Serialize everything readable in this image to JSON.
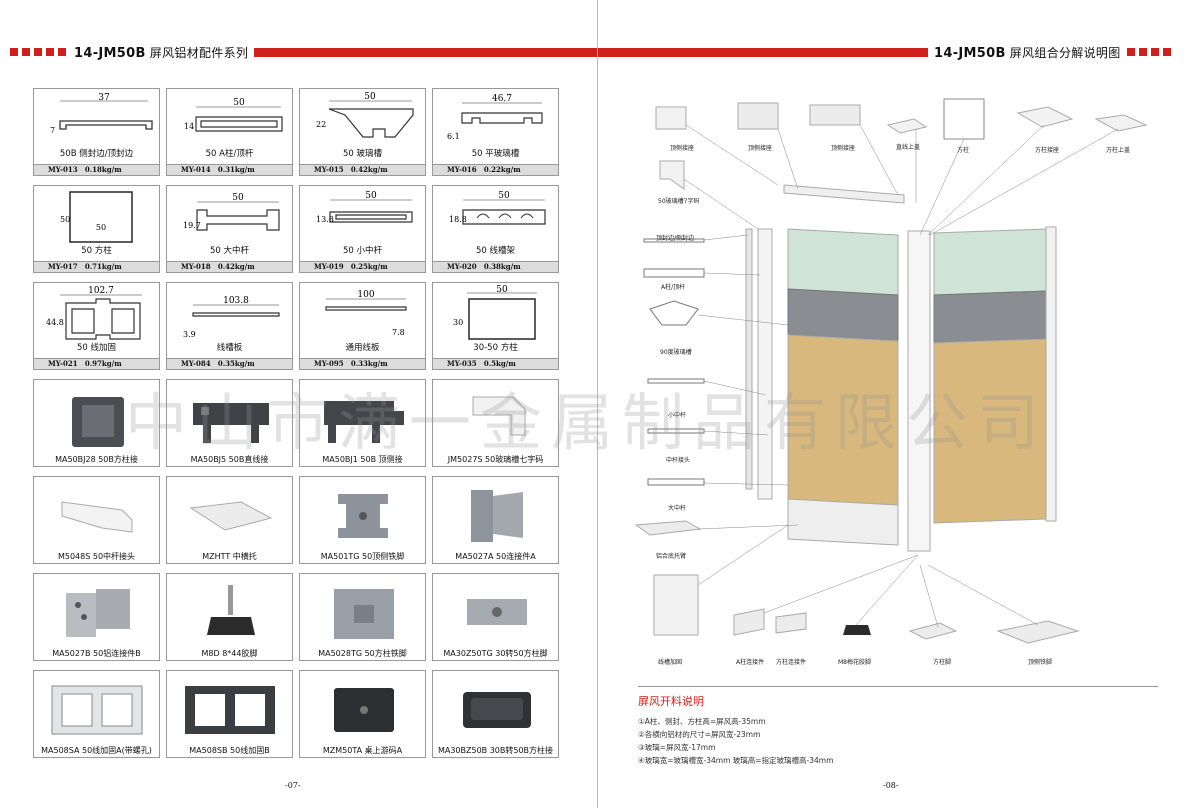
{
  "left_page": {
    "header_title_code": "14-JM50B",
    "header_title_text": "屏风铝材配件系列",
    "profiles": [
      {
        "dim": "37",
        "label": "50B 侧封边/顶封边",
        "code": "MY-013",
        "weight": "0.18kg/m"
      },
      {
        "dim": "50",
        "label": "50 A柱/顶杆",
        "code": "MY-014",
        "weight": "0.31kg/m"
      },
      {
        "dim": "50",
        "label": "50 玻璃槽",
        "code": "MY-015",
        "weight": "0.42kg/m"
      },
      {
        "dim": "46.7",
        "label": "50 平玻璃槽",
        "code": "MY-016",
        "weight": "0.22kg/m"
      },
      {
        "dim": "50",
        "label": "50 方柱",
        "code": "MY-017",
        "weight": "0.71kg/m"
      },
      {
        "dim": "50",
        "label": "50 大中杆",
        "code": "MY-018",
        "weight": "0.42kg/m"
      },
      {
        "dim": "50",
        "label": "50 小中杆",
        "code": "MY-019",
        "weight": "0.25kg/m"
      },
      {
        "dim": "50",
        "label": "50 线槽架",
        "code": "MY-020",
        "weight": "0.38kg/m"
      },
      {
        "dim": "102.7",
        "label": "50 线加固",
        "code": "MY-021",
        "weight": "0.97kg/m"
      },
      {
        "dim": "103.8",
        "label": "线槽板",
        "code": "MY-084",
        "weight": "0.35kg/m"
      },
      {
        "dim": "100",
        "label": "通用线板",
        "code": "MY-095",
        "weight": "0.33kg/m"
      },
      {
        "dim": "50",
        "label": "30-50 方柱",
        "code": "MY-035",
        "weight": "0.5kg/m"
      }
    ],
    "side_dims": [
      "7",
      "14",
      "22",
      "6.1",
      "50",
      "19.7",
      "13.8",
      "18.8",
      "44.8",
      "3.9",
      "7.8",
      "30"
    ],
    "parts": [
      {
        "label": "MA50BJ28 50B方柱接",
        "icon": "square-cap"
      },
      {
        "label": "MA50BJ5 50B直线接",
        "icon": "straight-connector"
      },
      {
        "label": "MA50BJ1 50B 顶侧接",
        "icon": "top-side-connector"
      },
      {
        "label": "JM5027S 50玻璃槽七字码",
        "icon": "seven-bracket"
      },
      {
        "label": "M5048S 50中杆接头",
        "icon": "mid-rail-joint"
      },
      {
        "label": "MZHTT 中横托",
        "icon": "mid-support"
      },
      {
        "label": "MA501TG 50顶侧铁脚",
        "icon": "iron-foot"
      },
      {
        "label": "MA5027A 50连接件A",
        "icon": "connector-a"
      },
      {
        "label": "MA5027B 50铝连接件B",
        "icon": "connector-b"
      },
      {
        "label": "M8D 8*44胶脚",
        "icon": "leveling-foot"
      },
      {
        "label": "MA5028TG 50方柱铁脚",
        "icon": "post-iron-foot"
      },
      {
        "label": "MA30Z50TG 30转50方柱脚",
        "icon": "adapter-foot"
      },
      {
        "label": "MA508SA 50线加固A(带螺孔)",
        "icon": "wire-reinforce-a"
      },
      {
        "label": "MA508SB 50线加固B",
        "icon": "wire-reinforce-b"
      },
      {
        "label": "MZM50TA 桌上游码A",
        "icon": "desk-clip"
      },
      {
        "label": "MA30BZ50B 30B转50B方柱接",
        "icon": "adapter-cap"
      }
    ],
    "page_number": "-07-"
  },
  "watermark": "中山市满一金属制品有限公司",
  "right_page": {
    "header_title_code": "14-JM50B",
    "header_title_text": "屏风组合分解说明图",
    "diagram_labels": {
      "l1": "顶侧接座",
      "l2": "顶侧接座",
      "l3": "顶侧接座",
      "l4": "直线上盖",
      "l5": "方柱",
      "l6": "方柱接座",
      "l7": "方柱上盖",
      "l8": "50玻璃槽7字码",
      "l9": "顶封边/侧封边",
      "l10": "A柱/顶杆",
      "l11": "90度玻璃槽",
      "l12": "小中杆",
      "l13": "中杆接头",
      "l14": "大中杆",
      "l15": "铝合底托臂",
      "l16": "线槽加固",
      "l17": "A柱连接件",
      "l18": "方柱连接件",
      "l19": "M8梅花胶脚",
      "l20": "方柱脚",
      "l21": "顶侧铁脚"
    },
    "notes_title": "屏风开料说明",
    "notes": [
      "①A柱、侧封、方柱高=屏风高-35mm",
      "②各横向铝材的尺寸=屏风宽-23mm",
      "③玻璃=屏风宽-17mm",
      "④玻璃宽=玻璃槽宽-34mm   玻璃高=指定玻璃槽高-34mm"
    ],
    "page_number": "-08-"
  },
  "colors": {
    "accent": "#d0201b",
    "wood": "#d8b87c",
    "glass": "#cfe3d6",
    "mesh": "#8a8d92"
  }
}
